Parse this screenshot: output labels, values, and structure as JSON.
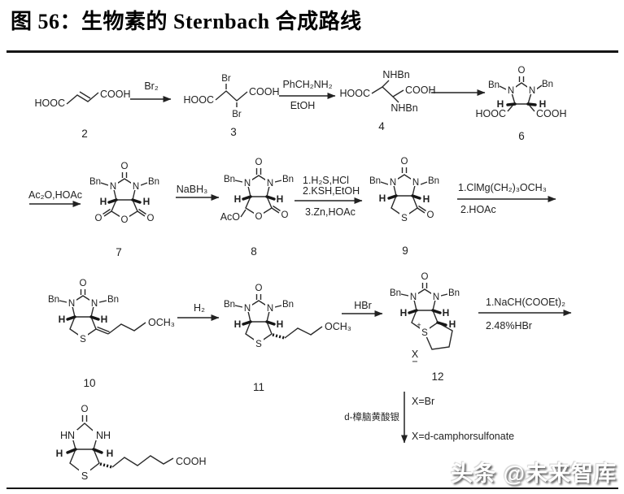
{
  "figure_title": "图 56：生物素的 Sternbach 合成路线",
  "watermark": "头条 @未来智库",
  "ink_color": "#1f1f1f",
  "scheme": {
    "compounds": {
      "c2": {
        "num": "2",
        "hooc": "HOOC",
        "cooh": "COOH"
      },
      "c3": {
        "num": "3",
        "hooc": "HOOC",
        "cooh": "COOH",
        "br_top": "Br",
        "br_bot": "Br"
      },
      "c4": {
        "num": "4",
        "hooc": "HOOC",
        "cooh": "COOH",
        "nhbn_top": "NHBn",
        "nhbn_bot": "NHBn"
      },
      "c6": {
        "num": "6",
        "o": "O",
        "bn_l": "Bn",
        "n_l": "N",
        "n_r": "N",
        "bn_r": "Bn",
        "h_l": "H",
        "h_r": "H",
        "hooc": "HOOC",
        "cooh": "COOH"
      },
      "c7": {
        "num": "7",
        "o": "O",
        "bn_l": "Bn",
        "n_l": "N",
        "n_r": "N",
        "bn_r": "Bn",
        "h_l": "H",
        "h_r": "H",
        "o_l": "O",
        "o_ring": "O",
        "o_r": "O"
      },
      "c8": {
        "num": "8",
        "o": "O",
        "bn_l": "Bn",
        "n_l": "N",
        "n_r": "N",
        "bn_r": "Bn",
        "h_l": "H",
        "h_r": "H",
        "aco": "AcO",
        "o_ring": "O",
        "o_r": "O"
      },
      "c9": {
        "num": "9",
        "o": "O",
        "bn_l": "Bn",
        "n_l": "N",
        "n_r": "N",
        "bn_r": "Bn",
        "h_l": "H",
        "h_r": "H",
        "s": "S",
        "o_r": "O"
      },
      "c10": {
        "num": "10",
        "o": "O",
        "bn_l": "Bn",
        "n_l": "N",
        "n_r": "N",
        "bn_r": "Bn",
        "h_l": "H",
        "h_r": "H",
        "s": "S",
        "och3": "OCH₃"
      },
      "c11": {
        "num": "11",
        "o": "O",
        "bn_l": "Bn",
        "n_l": "N",
        "n_r": "N",
        "bn_r": "Bn",
        "h_l": "H",
        "h_r": "H",
        "s": "S",
        "och3": "OCH₃"
      },
      "c12": {
        "num": "12",
        "o": "O",
        "bn_l": "Bn",
        "n_l": "N",
        "n_r": "N",
        "bn_r": "Bn",
        "h_l": "H",
        "h_r": "H",
        "h_x": "H",
        "s": "S",
        "s_plus": "+",
        "x": "X",
        "x_minus": "−"
      },
      "biotin": {
        "o": "O",
        "hn": "HN",
        "nh": "NH",
        "h_l": "H",
        "h_r": "H",
        "s": "S",
        "cooh": "COOH"
      }
    },
    "arrows": {
      "a1": {
        "above": "Br₂"
      },
      "a2": {
        "above": "PhCH₂NH₂",
        "below": "EtOH"
      },
      "a4": {
        "above": "Ac₂O,HOAc"
      },
      "a5": {
        "above": "NaBH₃"
      },
      "a6": {
        "line1": "1.H₂S,HCl",
        "line2": "2.KSH,EtOH",
        "below": "3.Zn,HOAc"
      },
      "a7": {
        "above": "1.ClMg(CH₂)₃OCH₃",
        "below": "2.HOAc"
      },
      "a8": {
        "above": "H₂"
      },
      "a9": {
        "above": "HBr"
      },
      "a10": {
        "above": "1.NaCH(COOEt)₂",
        "below": "2.48%HBr"
      },
      "a11": {
        "cond_top": "X=Br",
        "cond_left": "d-樟脑黄酸银",
        "cond_bottom": "X=d-camphorsulfonate"
      }
    }
  }
}
